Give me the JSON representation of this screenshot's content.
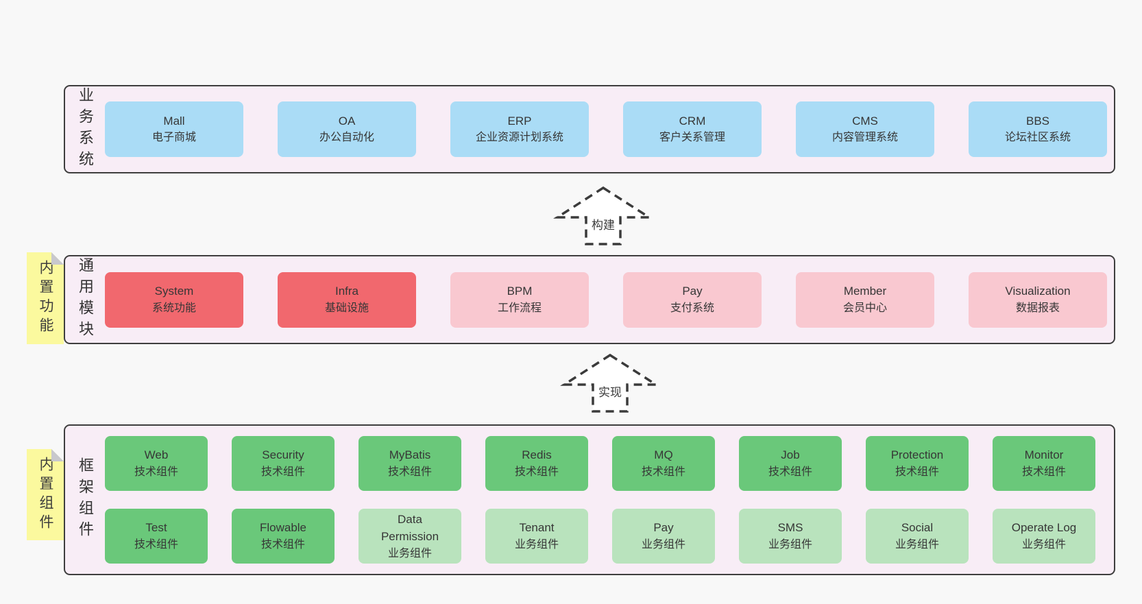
{
  "colors": {
    "blue": "#aadcf6",
    "red": "#f1686e",
    "pink": "#f9c8d0",
    "green": "#6ac87a",
    "lightgreen": "#b9e3bd",
    "layer_bg": "#f8edf6",
    "layer_border": "#3e3e3e",
    "page_bg": "#f8f8f8",
    "tag_yellow": "#fbf99e",
    "tag_fold": "#c8c8cd"
  },
  "arrows": {
    "build": {
      "label": "构建"
    },
    "implement": {
      "label": "实现"
    }
  },
  "layers": {
    "business": {
      "label": "业务系统",
      "boxes": [
        {
          "name": "Mall",
          "desc": "电子商城",
          "type": "blue"
        },
        {
          "name": "OA",
          "desc": "办公自动化",
          "type": "blue"
        },
        {
          "name": "ERP",
          "desc": "企业资源计划系统",
          "type": "blue"
        },
        {
          "name": "CRM",
          "desc": "客户关系管理",
          "type": "blue"
        },
        {
          "name": "CMS",
          "desc": "内容管理系统",
          "type": "blue"
        },
        {
          "name": "BBS",
          "desc": "论坛社区系统",
          "type": "blue"
        }
      ]
    },
    "common": {
      "label": "通用模块",
      "tag": "内置功能",
      "boxes": [
        {
          "name": "System",
          "desc": "系统功能",
          "type": "red"
        },
        {
          "name": "Infra",
          "desc": "基础设施",
          "type": "red"
        },
        {
          "name": "BPM",
          "desc": "工作流程",
          "type": "pink"
        },
        {
          "name": "Pay",
          "desc": "支付系统",
          "type": "pink"
        },
        {
          "name": "Member",
          "desc": "会员中心",
          "type": "pink"
        },
        {
          "name": "Visualization",
          "desc": "数据报表",
          "type": "pink"
        }
      ]
    },
    "framework": {
      "label": "框架组件",
      "tag": "内置组件",
      "rows": [
        [
          {
            "name": "Web",
            "desc": "技术组件",
            "type": "green"
          },
          {
            "name": "Security",
            "desc": "技术组件",
            "type": "green"
          },
          {
            "name": "MyBatis",
            "desc": "技术组件",
            "type": "green"
          },
          {
            "name": "Redis",
            "desc": "技术组件",
            "type": "green"
          },
          {
            "name": "MQ",
            "desc": "技术组件",
            "type": "green"
          },
          {
            "name": "Job",
            "desc": "技术组件",
            "type": "green"
          },
          {
            "name": "Protection",
            "desc": "技术组件",
            "type": "green"
          },
          {
            "name": "Monitor",
            "desc": "技术组件",
            "type": "green"
          }
        ],
        [
          {
            "name": "Test",
            "desc": "技术组件",
            "type": "green"
          },
          {
            "name": "Flowable",
            "desc": "技术组件",
            "type": "green"
          },
          {
            "name": "Data Permission",
            "desc": "业务组件",
            "type": "lightgreen"
          },
          {
            "name": "Tenant",
            "desc": "业务组件",
            "type": "lightgreen"
          },
          {
            "name": "Pay",
            "desc": "业务组件",
            "type": "lightgreen"
          },
          {
            "name": "SMS",
            "desc": "业务组件",
            "type": "lightgreen"
          },
          {
            "name": "Social",
            "desc": "业务组件",
            "type": "lightgreen"
          },
          {
            "name": "Operate Log",
            "desc": "业务组件",
            "type": "lightgreen"
          }
        ]
      ]
    }
  }
}
